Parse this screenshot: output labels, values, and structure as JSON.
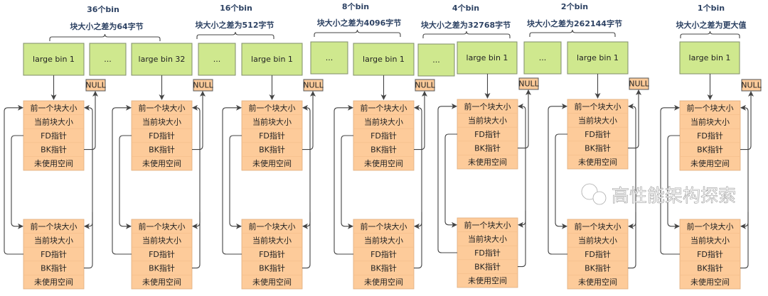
{
  "groups": [
    {
      "count_label": "36个bin",
      "diff_label": "块大小之差为64字节"
    },
    {
      "count_label": "16个bin",
      "diff_label": "块大小之差为512字节"
    },
    {
      "count_label": "8个bin",
      "diff_label": "块大小之差为4096字节"
    },
    {
      "count_label": "4个bin",
      "diff_label": "块大小之差为32768字节"
    },
    {
      "count_label": "2个bin",
      "diff_label": "块大小之差为262144字节"
    },
    {
      "count_label": "1个bin",
      "diff_label": "块大小之差为更大值"
    }
  ],
  "bins": [
    "large bin 1",
    "...",
    "large bin 32",
    "...",
    "large bin 1",
    "...",
    "large bin 1",
    "...",
    "large bin 1",
    "...",
    "large bin 1",
    "large bin 1"
  ],
  "chunk_fields": [
    "前一个块大小",
    "当前块大小",
    "FD指针",
    "BK指针",
    "未使用空间"
  ],
  "null_label": "NULL",
  "watermark": "高性能架构探索",
  "colors": {
    "bin": "#cfe88e",
    "chunk": "#fdcb9a",
    "heading": "#2d4263"
  }
}
